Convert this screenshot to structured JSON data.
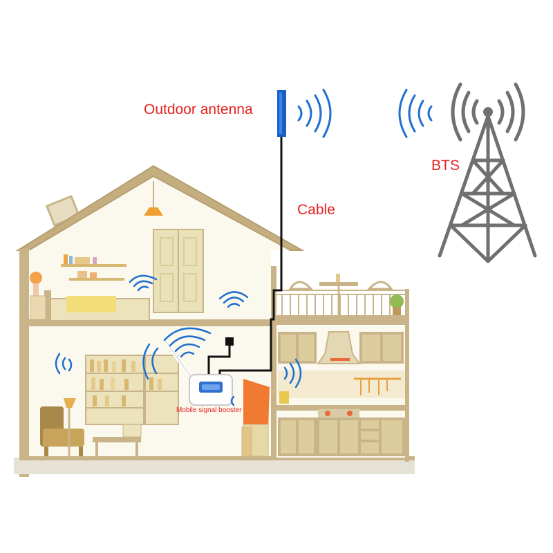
{
  "labels": {
    "outdoor_antenna": "Outdoor antenna",
    "cable": "Cable",
    "bts": "BTS",
    "booster": "Mobile signal booster"
  },
  "colors": {
    "label_red": "#e8201e",
    "house_beige": "#c9b48a",
    "house_fill": "#f6f0de",
    "signal_blue": "#1e6fd0",
    "antenna_blue": "#1a5fc8",
    "tower_gray": "#707070",
    "cable_black": "#111111",
    "booster_screen": "#2f6fd0"
  },
  "icons": [
    "antenna-signal-icon",
    "tower-signal-icon",
    "wifi-wave-icon"
  ]
}
